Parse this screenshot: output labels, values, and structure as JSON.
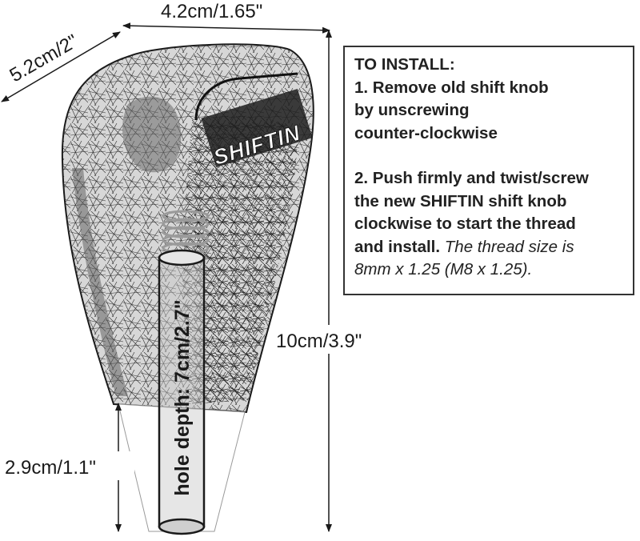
{
  "dimensions": {
    "top_width": "4.2cm/1.65\"",
    "top_depth": "5.2cm/2\"",
    "height": "10cm/3.9\"",
    "base_height": "2.9cm/1.1\"",
    "hole_depth": "hole depth: 7cm/2.7\""
  },
  "brand": {
    "logo_text": "SHIFTIN"
  },
  "instructions": {
    "heading": "TO INSTALL:",
    "step1_line1": "1. Remove old shift knob",
    "step1_line2": "by unscrewing",
    "step1_line3": "counter-clockwise",
    "step2_line1": "2. Push firmly and twist/screw",
    "step2_line2": "the new SHIFTIN shift knob",
    "step2_line3": "clockwise to start the thread",
    "step2_line4_bold": "and install.",
    "step2_line4_italic": " The thread size is",
    "step2_line5_italic": "8mm x 1.25 (M8 x 1.25)."
  }
}
